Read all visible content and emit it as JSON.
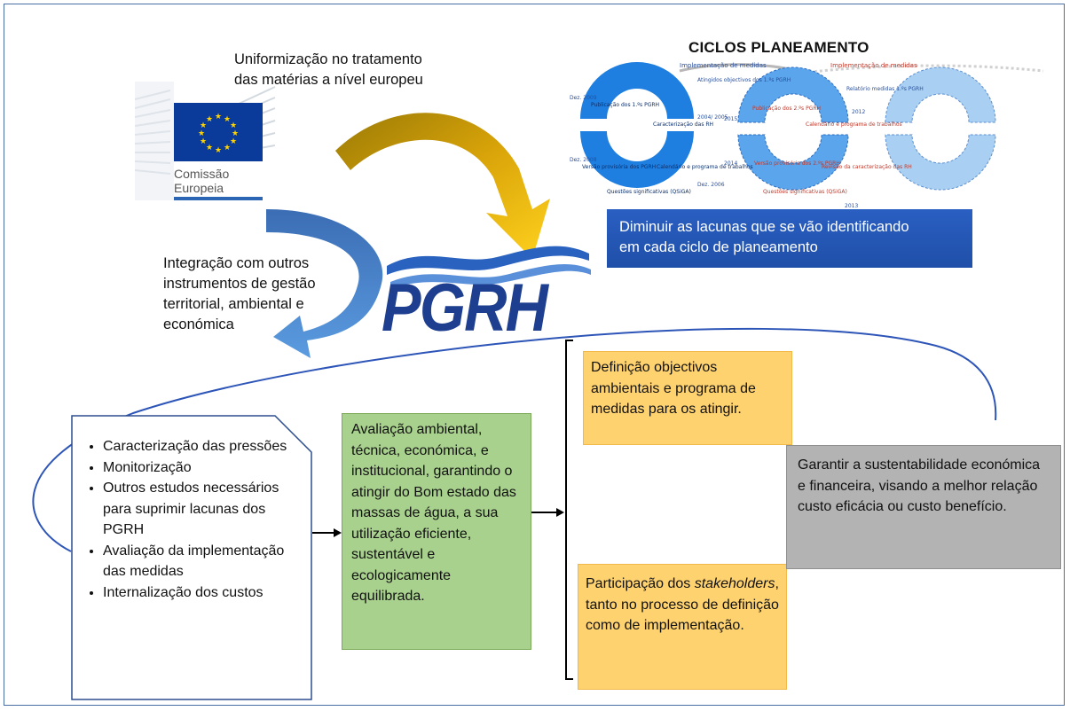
{
  "ec_logo": {
    "name_line1": "Comissão",
    "name_line2": "Europeia",
    "flag_color": "#0a3a9a",
    "star_color": "#ffd400"
  },
  "uniformization_text": {
    "line1": "Uniformização no tratamento",
    "line2": "das matérias a nível europeu"
  },
  "integration_text": {
    "line1": "Integração com outros",
    "line2": "instrumentos de gestão",
    "line3": "territorial, ambiental e",
    "line4": "económica"
  },
  "pgrh_logo": {
    "text": "PGRH",
    "color": "#1e3f8f"
  },
  "cycles": {
    "title": "CICLOS PLANEAMENTO",
    "impl1": "Implementação de medidas",
    "impl2": "Implementação de medidas",
    "labels": {
      "dez2009": "Dez. 2009",
      "dez2008": "Dez. 2008",
      "pub1": "Publicação dos 1.ºs PGRH",
      "carac": "Caracterização das RH",
      "y2004": "2004/ 2005",
      "cal1": "Calendário e programa de trabalhos",
      "dez2006": "Dez. 2006",
      "versao1": "Versão provisória dos PGRH",
      "questoes1": "Questões significativas (QSiGA)",
      "atingidos": "Atingidos objectivos dos 1.ºs PGRH",
      "y2015": "2015",
      "pub2": "Publicação dos 2.ºs PGRH",
      "cal2": "Calendário e programa de trabalhos",
      "y2012": "2012",
      "relatorio": "Relatório medidas 1.ºs PGRH",
      "y2014": "2014",
      "versao2": "Versão provisória dos 2.ºs PGRH",
      "questoes2": "Questões significativas (QSiGA)",
      "revisao": "Revisão da caracterização das RH",
      "y2013": "2013"
    }
  },
  "reduce_gaps": {
    "line1": "Diminuir as lacunas que se vão identificando",
    "line2": "em cada ciclo de planeamento",
    "background": "#2a5fc2"
  },
  "bullet_box": {
    "items": [
      "Caracterização das pressões",
      "Monitorização",
      "Outros estudos necessários para suprimir lacunas dos PGRH",
      "Avaliação da implementação das medidas",
      "Internalização dos custos"
    ]
  },
  "green_box": {
    "text": "Avaliação ambiental, técnica, económica, e institucional, garantindo o atingir do Bom estado das massas de água, a sua utilização eficiente, sustentável e ecologicamente equilibrada.",
    "background": "#a9d18e"
  },
  "objectives_box": {
    "text": "Definição objectivos ambientais e programa de medidas para os atingir.",
    "background": "#ffd270"
  },
  "stakeholders_box": {
    "part1": "Participação dos ",
    "emphasis": "stakeholders",
    "part2": ", tanto no processo de definição como de implementação.",
    "background": "#ffd270"
  },
  "sustainability_box": {
    "text": "Garantir a sustentabilidade económica e financeira, visando a melhor relação custo eficácia ou custo benefício.",
    "background": "#b3b3b3"
  }
}
